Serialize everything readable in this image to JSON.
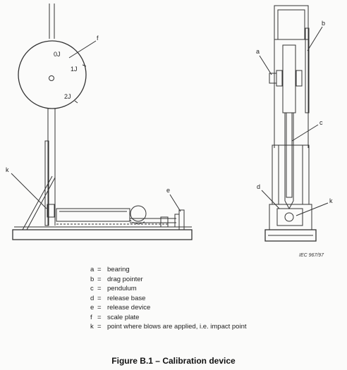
{
  "diagram": {
    "scale_labels": [
      "0J",
      "1J",
      "2J"
    ],
    "callouts": {
      "f": "f",
      "k_left": "k",
      "e": "e",
      "a": "a",
      "b": "b",
      "c": "c",
      "d": "d",
      "k_right": "k"
    },
    "iec_reference": "IEC 967/97"
  },
  "legend": {
    "items": [
      {
        "key": "a",
        "text": "bearing"
      },
      {
        "key": "b",
        "text": "drag pointer"
      },
      {
        "key": "c",
        "text": "pendulum"
      },
      {
        "key": "d",
        "text": "release base"
      },
      {
        "key": "e",
        "text": "release device"
      },
      {
        "key": "f",
        "text": "scale plate"
      },
      {
        "key": "k",
        "text": "point where blows are applied, i.e. impact point"
      }
    ],
    "separator": "="
  },
  "caption": "Figure B.1 – Calibration device"
}
